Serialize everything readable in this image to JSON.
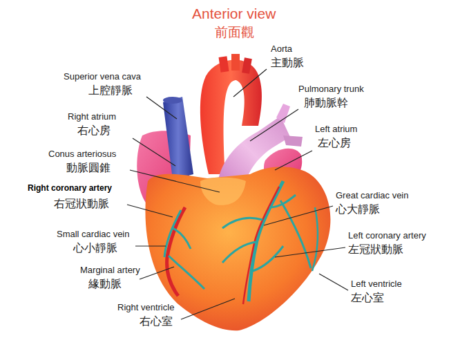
{
  "diagram": {
    "title": "Anterior view",
    "labels": [
      "前面觀",
      "Aorta",
      "主動脈",
      "Superior vena cava",
      "上腔靜脈",
      "Pulmonary trunk",
      "肺動脈幹",
      "Right atrium",
      "右心房",
      "Left atrium",
      "左心房",
      "Conus arteriosus",
      "動脈圓錐",
      "Right coronary artery",
      "右冠狀動脈",
      "Great cardiac vein",
      "心大靜脈",
      "Small cardiac vein",
      "心小靜脈",
      "Left coronary artery",
      "左冠狀動脈",
      "Marginal artery",
      "緣動脈",
      "Left ventricle",
      "左心室",
      "Right ventricle",
      "右心室"
    ]
  }
}
